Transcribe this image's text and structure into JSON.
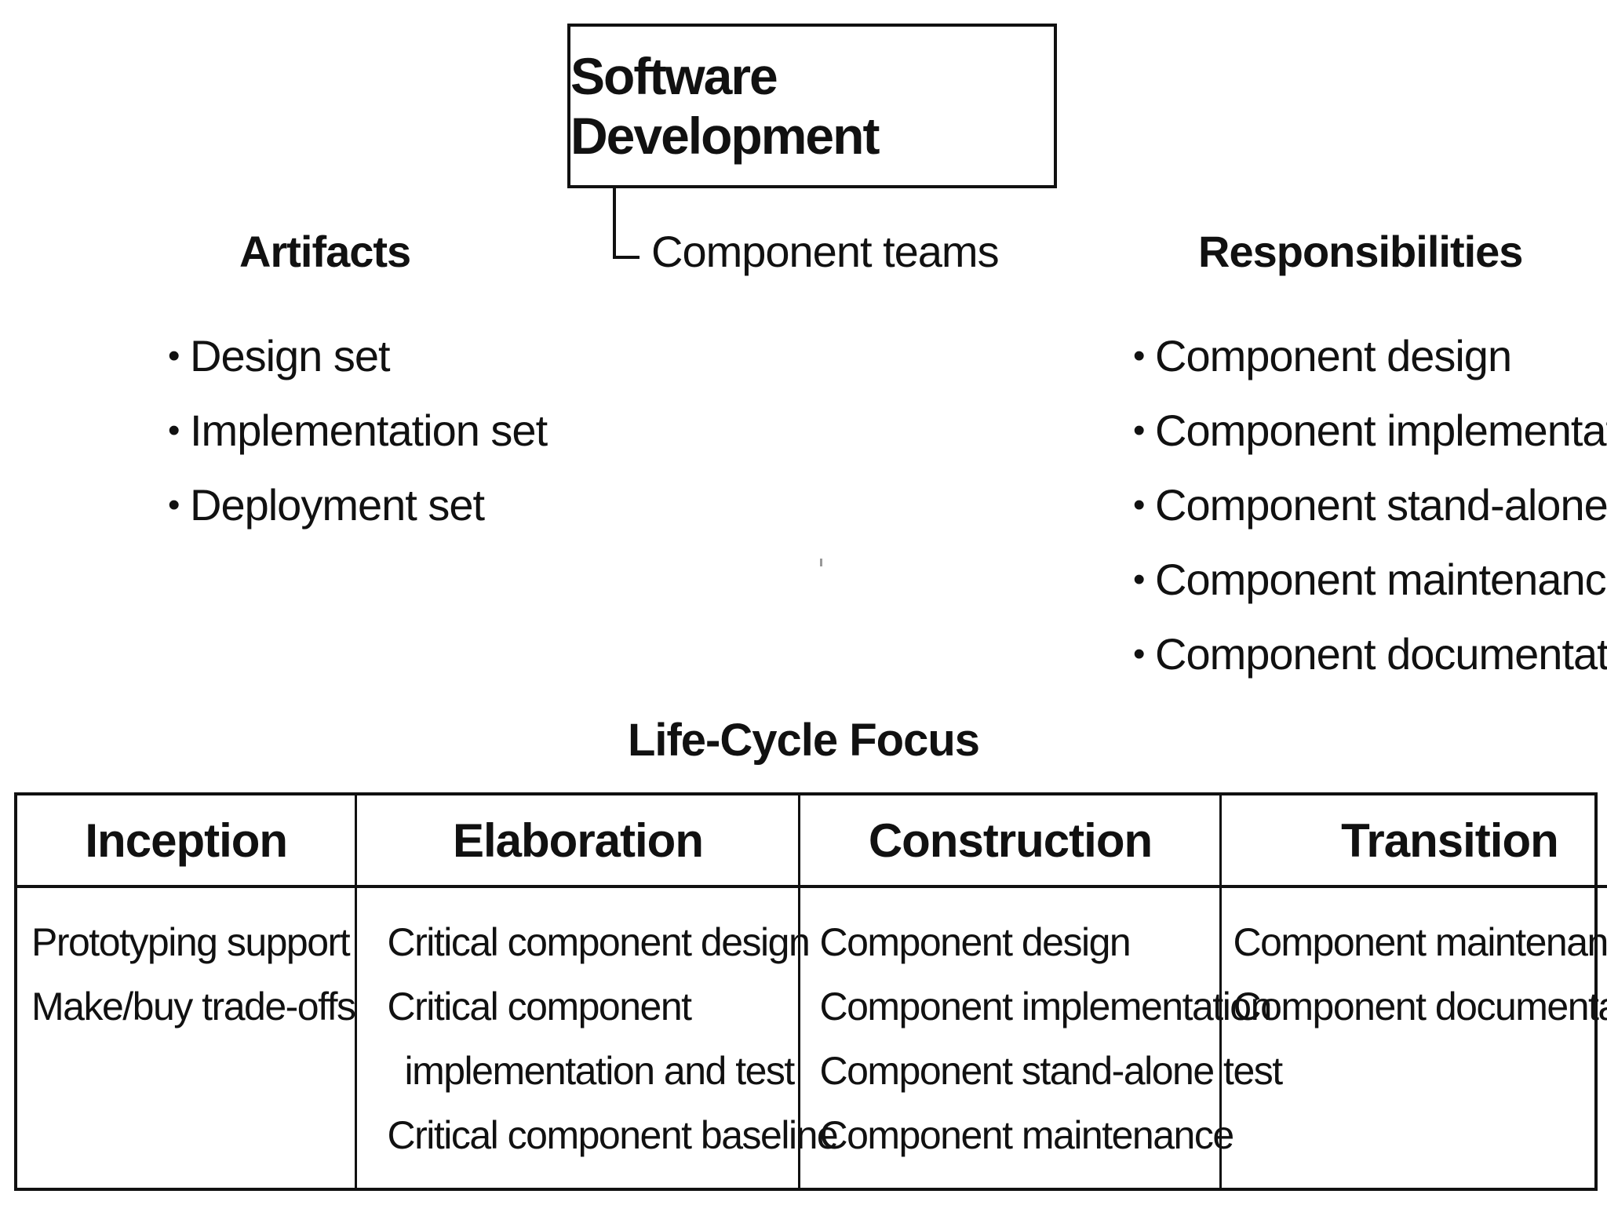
{
  "title": "Software Development",
  "teams_label": "Component teams",
  "artifacts": {
    "heading": "Artifacts",
    "items": [
      "Design set",
      "Implementation set",
      "Deployment set"
    ]
  },
  "responsibilities": {
    "heading": "Responsibilities",
    "items": [
      "Component design",
      "Component implementation",
      "Component stand-alone test",
      "Component maintenance",
      "Component documentation"
    ]
  },
  "lifecycle": {
    "title": "Life-Cycle Focus",
    "phases": [
      {
        "name": "Inception",
        "items": [
          "Prototyping support",
          "Make/buy trade-offs"
        ]
      },
      {
        "name": "Elaboration",
        "items": [
          "Critical component design",
          "Critical component",
          "implementation and test",
          "Critical component baseline"
        ]
      },
      {
        "name": "Construction",
        "items": [
          "Component design",
          "Component implementation",
          "Component stand-alone test",
          "Component maintenance"
        ]
      },
      {
        "name": "Transition",
        "items": [
          "Component maintenance",
          "Component documentation"
        ]
      }
    ]
  }
}
